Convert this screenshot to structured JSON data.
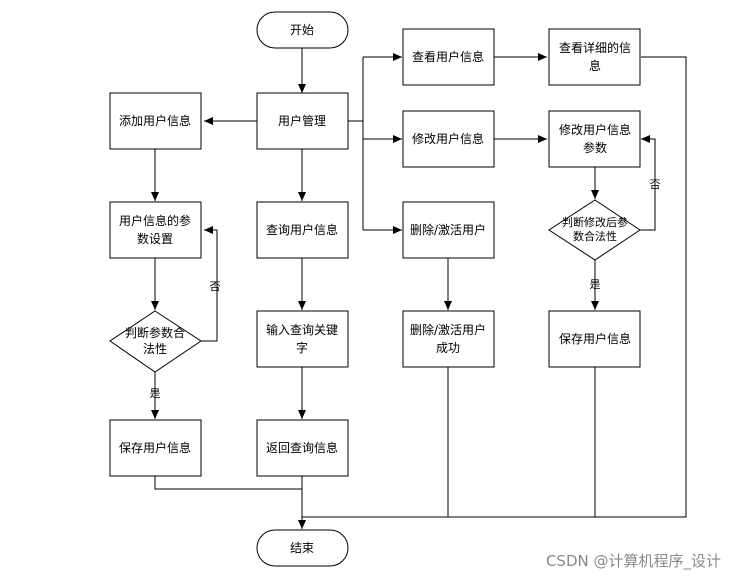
{
  "nodes": {
    "start": "开始",
    "user_mgmt": "用户管理",
    "add_user": "添加用户信息",
    "param_set": [
      "用户信息的参",
      "数设置"
    ],
    "judge_left": [
      "判断参数合",
      "法性"
    ],
    "save_left": "保存用户信息",
    "query_user": "查询用户信息",
    "input_kw": [
      "输入查询关键",
      "字"
    ],
    "return_query": "返回查询信息",
    "view_user": "查看用户信息",
    "view_detail": [
      "查看详细的信",
      "息"
    ],
    "modify_user": "修改用户信息",
    "modify_param": [
      "修改用户信息",
      "参数"
    ],
    "judge_right": [
      "判断修改后参",
      "数合法性"
    ],
    "save_right": "保存用户信息",
    "delete_user": "删除/激活用户",
    "delete_success": [
      "删除/激活用户",
      "成功"
    ],
    "end": "结束"
  },
  "edge_labels": {
    "no_left": "否",
    "yes_left": "是",
    "no_right": "否",
    "yes_right": "是"
  },
  "watermark": "CSDN @计算机程序_设计",
  "colors": {
    "stroke": "#000000",
    "fill": "#ffffff",
    "watermark": "#8a8a8a"
  }
}
